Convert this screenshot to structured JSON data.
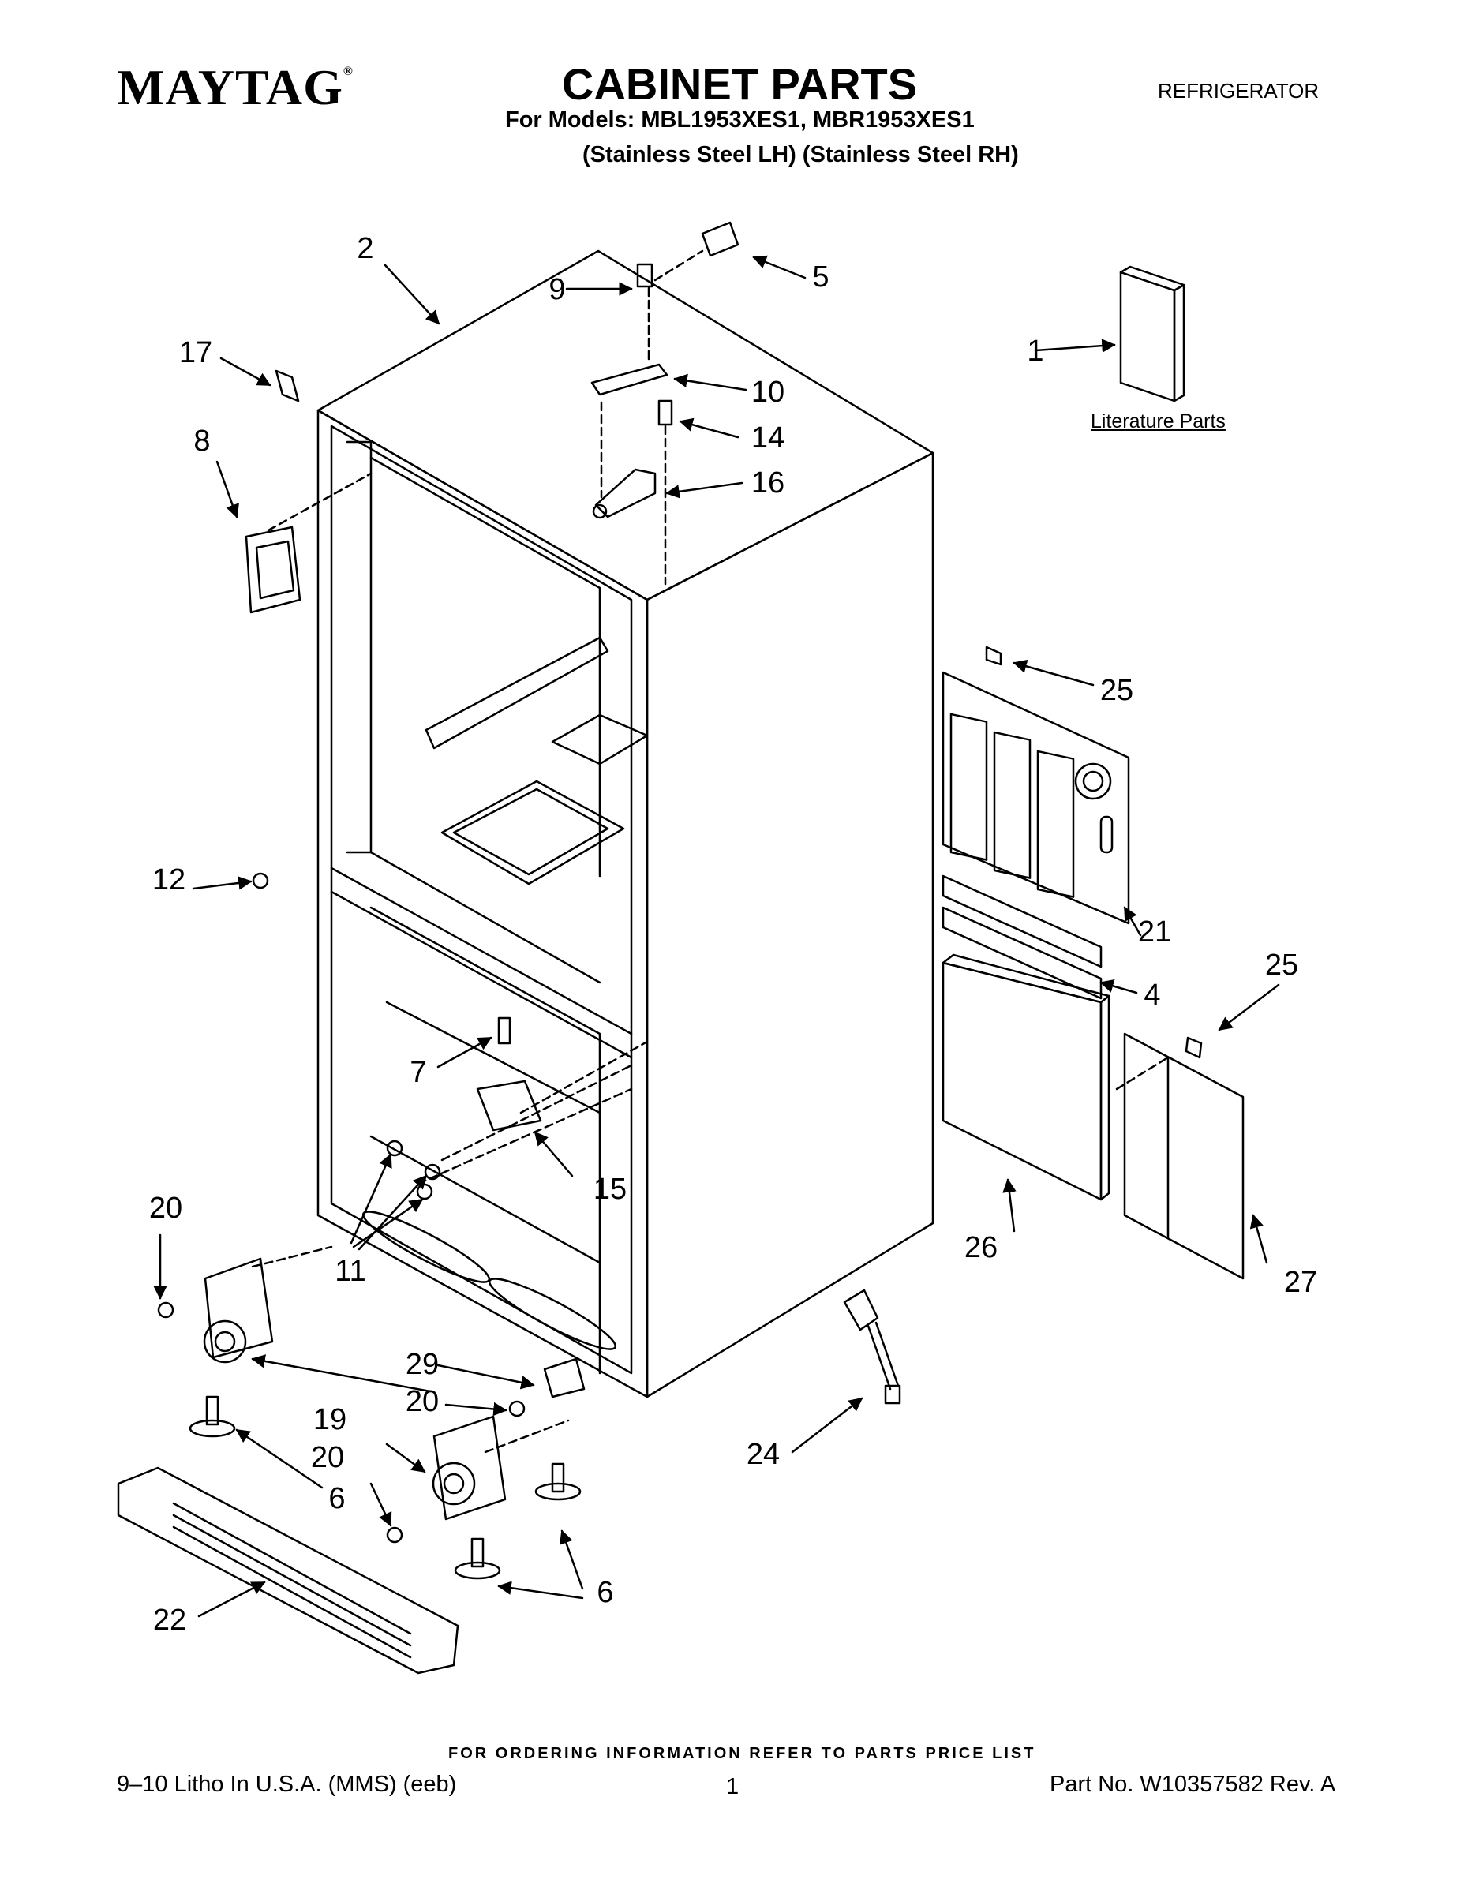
{
  "header": {
    "brand": "MAYTAG",
    "brand_mark": "®",
    "title": "CABINET PARTS",
    "appliance": "REFRIGERATOR",
    "models_line": "For Models: MBL1953XES1, MBR1953XES1",
    "variants_line": "(Stainless Steel LH)  (Stainless Steel RH)"
  },
  "literature_label": "Literature Parts",
  "callouts": {
    "c1": "1",
    "c2": "2",
    "c4": "4",
    "c5": "5",
    "c6a": "6",
    "c6b": "6",
    "c7": "7",
    "c8": "8",
    "c9": "9",
    "c10": "10",
    "c11": "11",
    "c12": "12",
    "c14": "14",
    "c15": "15",
    "c16": "16",
    "c17": "17",
    "c19": "19",
    "c20a": "20",
    "c20b": "20",
    "c20c": "20",
    "c21": "21",
    "c22": "22",
    "c24": "24",
    "c25a": "25",
    "c25b": "25",
    "c26": "26",
    "c27": "27",
    "c29": "29"
  },
  "footer": {
    "ordering_note": "FOR ORDERING INFORMATION REFER TO PARTS PRICE LIST",
    "litho": "9–10 Litho In U.S.A. (MMS) (eeb)",
    "page": "1",
    "part_no": "Part No. W10357582 Rev. A"
  }
}
